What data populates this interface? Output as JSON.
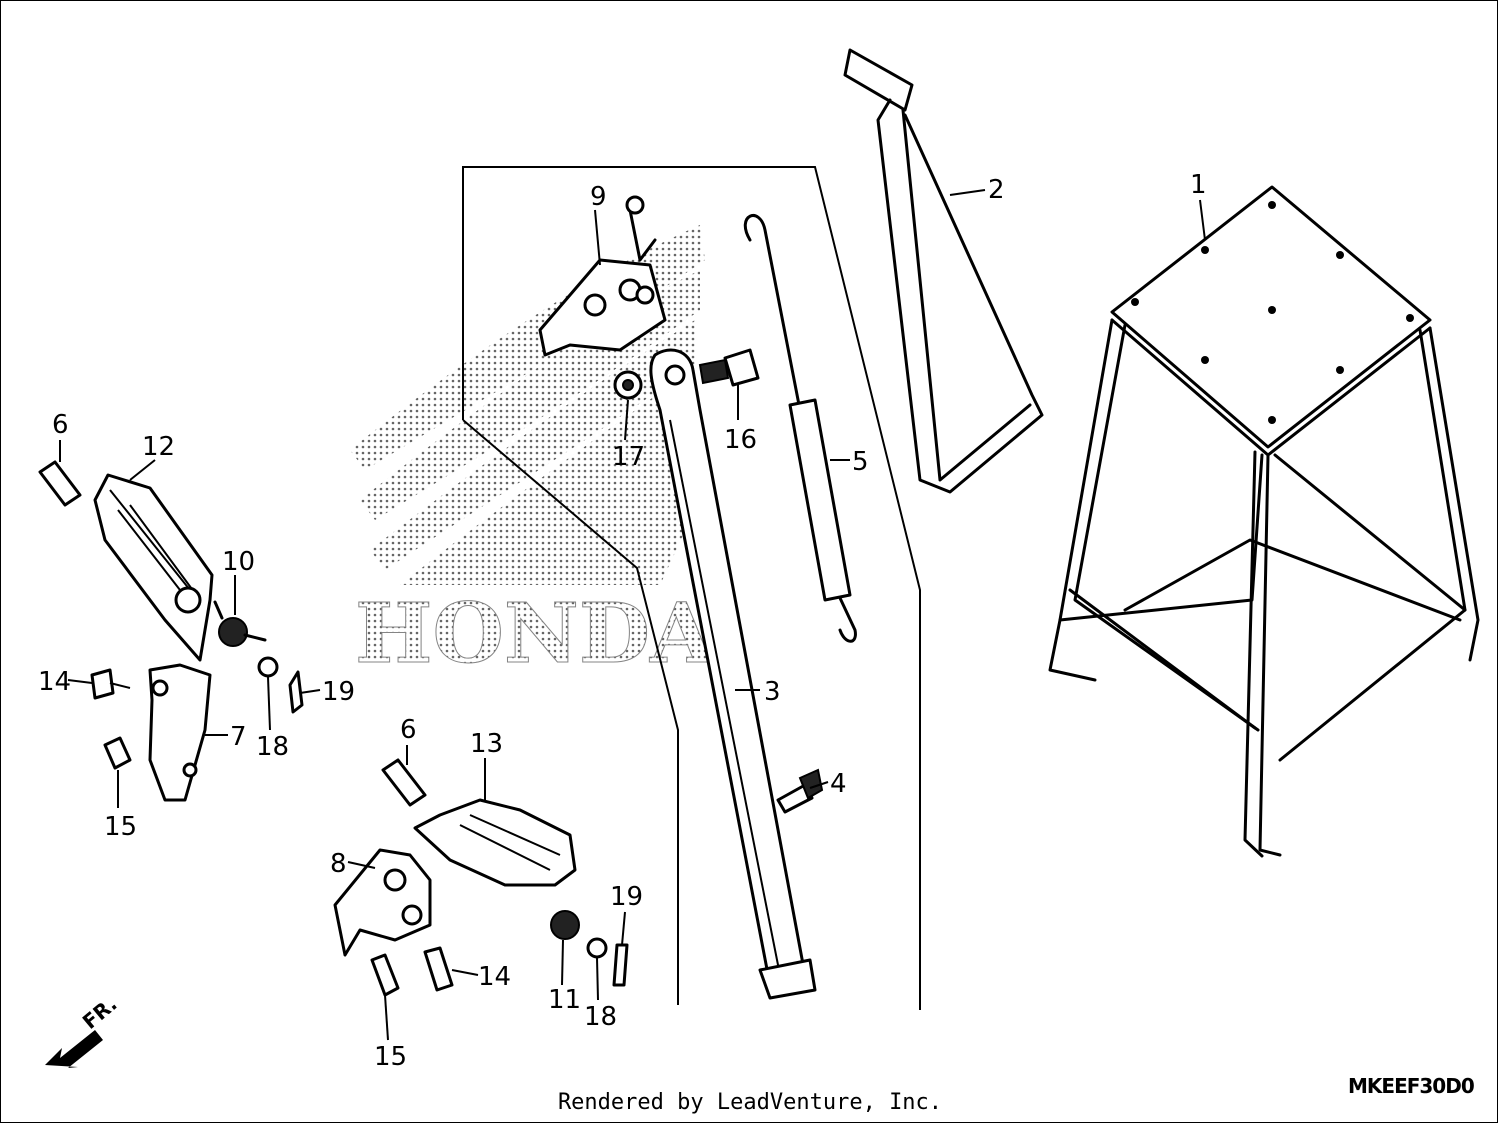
{
  "watermark": "HONDA",
  "diagram_code": "MKEEF30D0",
  "footer": "Rendered by LeadVenture, Inc.",
  "direction_label": "FR.",
  "callouts": {
    "c1": "1",
    "c2": "2",
    "c3": "3",
    "c4": "4",
    "c5": "5",
    "c6a": "6",
    "c6b": "6",
    "c7": "7",
    "c8": "8",
    "c9": "9",
    "c10": "10",
    "c11": "11",
    "c12": "12",
    "c13": "13",
    "c14a": "14",
    "c14b": "14",
    "c15a": "15",
    "c15b": "15",
    "c16": "16",
    "c17": "17",
    "c18a": "18",
    "c18b": "18",
    "c19a": "19",
    "c19b": "19"
  }
}
